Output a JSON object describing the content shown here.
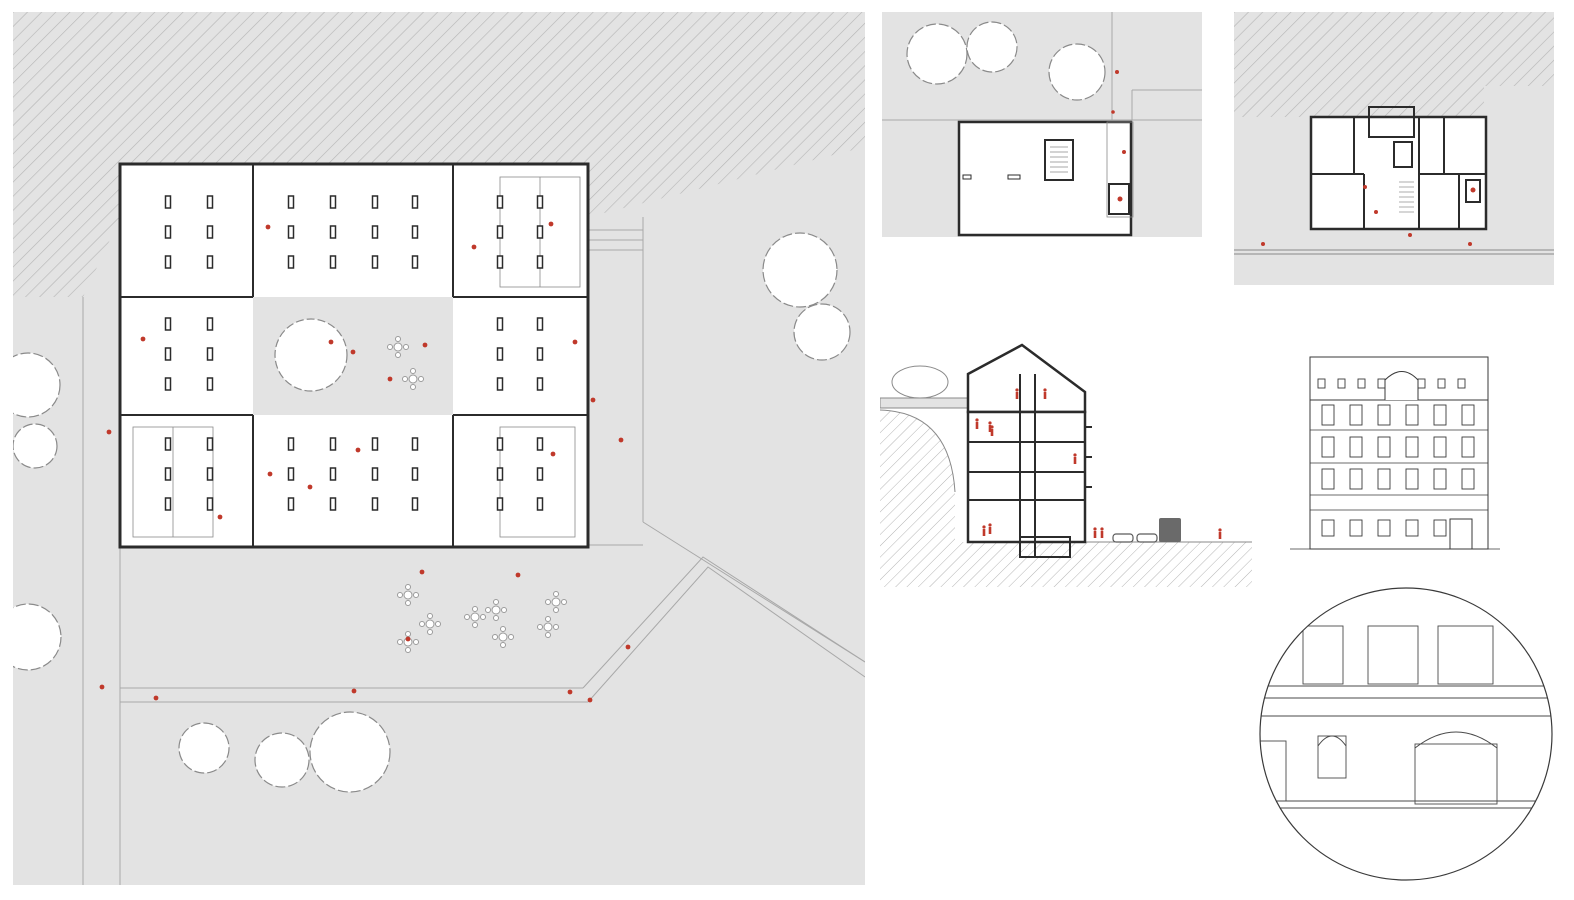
{
  "colors": {
    "ground": "#e3e3e3",
    "hatch": "#b5b5b5",
    "wall": "#2b2b2b",
    "interior": "#ffffff",
    "figure_accent": "#c0392b",
    "tree_fill": "#ffffff",
    "tree_stroke": "#8a8a8a",
    "line": "#9a9a9a"
  },
  "drawings": [
    {
      "id": "site-plan",
      "kind": "ground floor plan with courtyard"
    },
    {
      "id": "upper-floor-plan",
      "kind": "floor plan"
    },
    {
      "id": "townhouse-floor-plan",
      "kind": "floor plan"
    },
    {
      "id": "building-section",
      "kind": "section"
    },
    {
      "id": "street-elevation",
      "kind": "facade elevation"
    },
    {
      "id": "facade-detail",
      "kind": "circular detail view"
    }
  ],
  "icons": [
    "tree-icon",
    "person-icon",
    "car-icon",
    "truck-icon",
    "table-icon"
  ]
}
